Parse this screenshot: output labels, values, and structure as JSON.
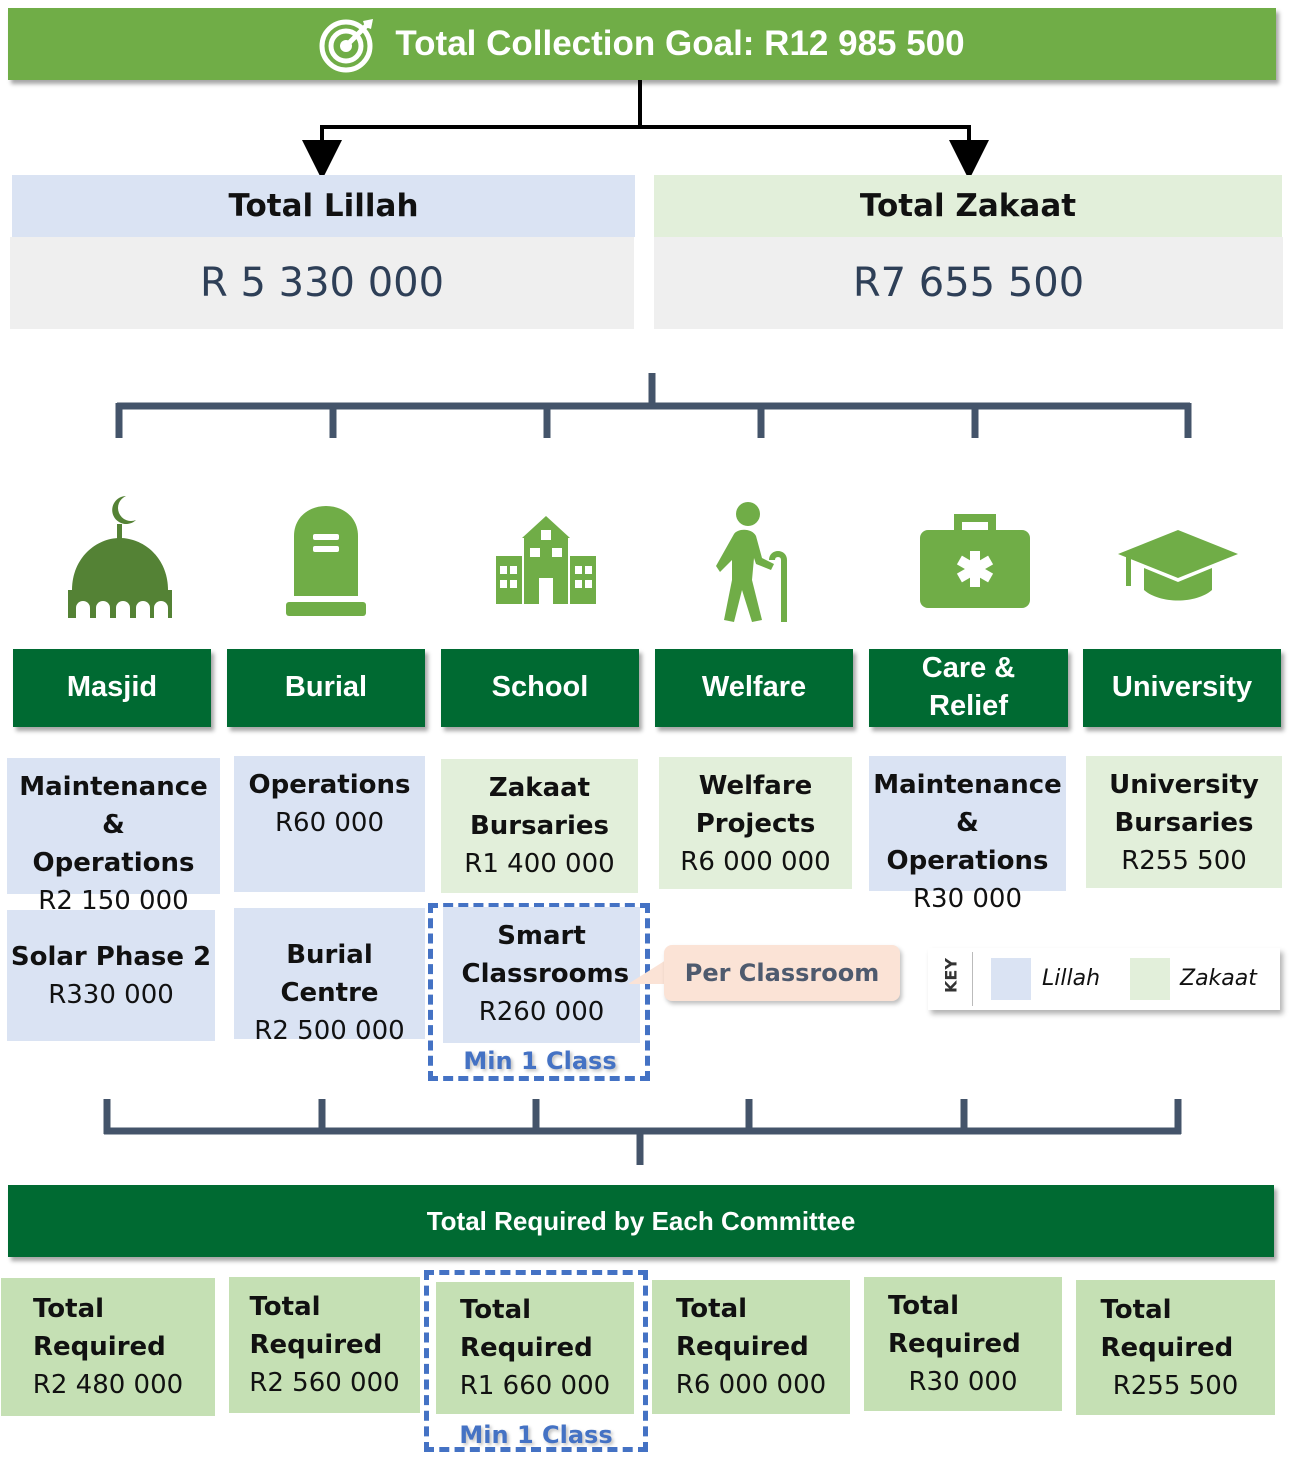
{
  "goal": {
    "title": "Total Collection Goal: R12 985 500",
    "icon": "target-icon"
  },
  "lillah": {
    "label": "Total Lillah",
    "amount": "R 5 330 000"
  },
  "zakaat": {
    "label": "Total Zakaat",
    "amount": "R7 655 500"
  },
  "categories": [
    {
      "label": "Masjid",
      "icon": "mosque-icon"
    },
    {
      "label": "Burial",
      "icon": "gravestone-icon"
    },
    {
      "label": "School",
      "icon": "school-building-icon"
    },
    {
      "label": "Welfare",
      "icon": "elderly-person-icon"
    },
    {
      "label": "Care & Relief",
      "icon": "first-aid-kit-icon"
    },
    {
      "label": "University",
      "icon": "graduation-cap-icon"
    }
  ],
  "items": {
    "masjid_ops": {
      "title": "Maintenance & Operations",
      "amount": "R2 150 000",
      "fund": "Lillah"
    },
    "burial_ops": {
      "title": "Operations",
      "amount": "R60 000",
      "fund": "Lillah"
    },
    "school_bursaries": {
      "title": "Zakaat Bursaries",
      "amount": "R1 400 000",
      "fund": "Zakaat"
    },
    "welfare_projects": {
      "title": "Welfare Projects",
      "amount": "R6 000 000",
      "fund": "Zakaat"
    },
    "care_ops": {
      "title": "Maintenance & Operations",
      "amount": "R30 000",
      "fund": "Lillah"
    },
    "uni_bursaries": {
      "title": "University Bursaries",
      "amount": "R255 500",
      "fund": "Zakaat"
    },
    "solar": {
      "title": "Solar Phase 2",
      "amount": "R330 000",
      "fund": "Lillah"
    },
    "burial_centre": {
      "title": "Burial Centre",
      "amount": "R2 500 000",
      "fund": "Lillah"
    },
    "smart_classrooms": {
      "title": "Smart Classrooms",
      "amount": "R260 000",
      "fund": "Lillah"
    }
  },
  "min_class": "Min 1 Class",
  "callout": "Per Classroom",
  "key": {
    "title": "KEY",
    "lillah": "Lillah",
    "zakaat": "Zakaat"
  },
  "committee_band": "Total Required by Each Committee",
  "totals": {
    "label": "Total Required",
    "values": [
      "R2 480 000",
      "R2 560 000",
      "R1 660 000",
      "R6 000 000",
      "R30 000",
      "R255 500"
    ]
  },
  "colors": {
    "bright_green": "#70ad47",
    "dark_green": "#006a32",
    "lillah": "#dae3f3",
    "zakaat": "#e2efda",
    "total": "#c5e0b4",
    "dash_blue": "#4472c4",
    "callout": "#fbe3d6",
    "connector": "#44546a"
  }
}
